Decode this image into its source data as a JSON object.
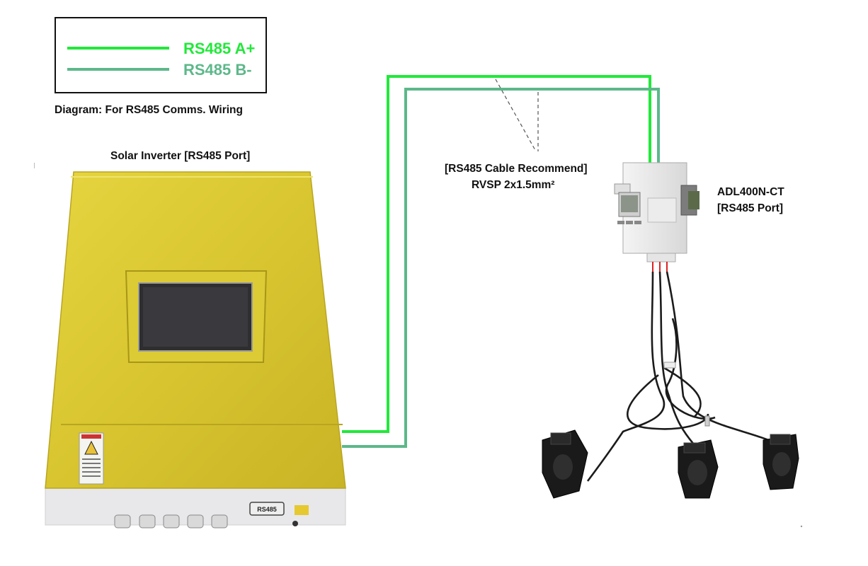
{
  "legend": {
    "items": [
      {
        "label": "RS485 A+",
        "color": "#22e83a"
      },
      {
        "label": "RS485 B-",
        "color": "#5cb88a"
      }
    ],
    "caption": "Diagram: For RS485 Comms. Wiring"
  },
  "inverter": {
    "label": "Solar Inverter [RS485 Port]",
    "body_color": "#d9c430",
    "badge_text": "RS485"
  },
  "cable": {
    "line1": "[RS485 Cable Recommend]",
    "line2": "RVSP 2x1.5mm²"
  },
  "meter": {
    "line1": "ADL400N-CT",
    "line2": "[RS485 Port]"
  },
  "colors": {
    "wire_a": "#22e83a",
    "wire_b": "#5cb88a"
  }
}
